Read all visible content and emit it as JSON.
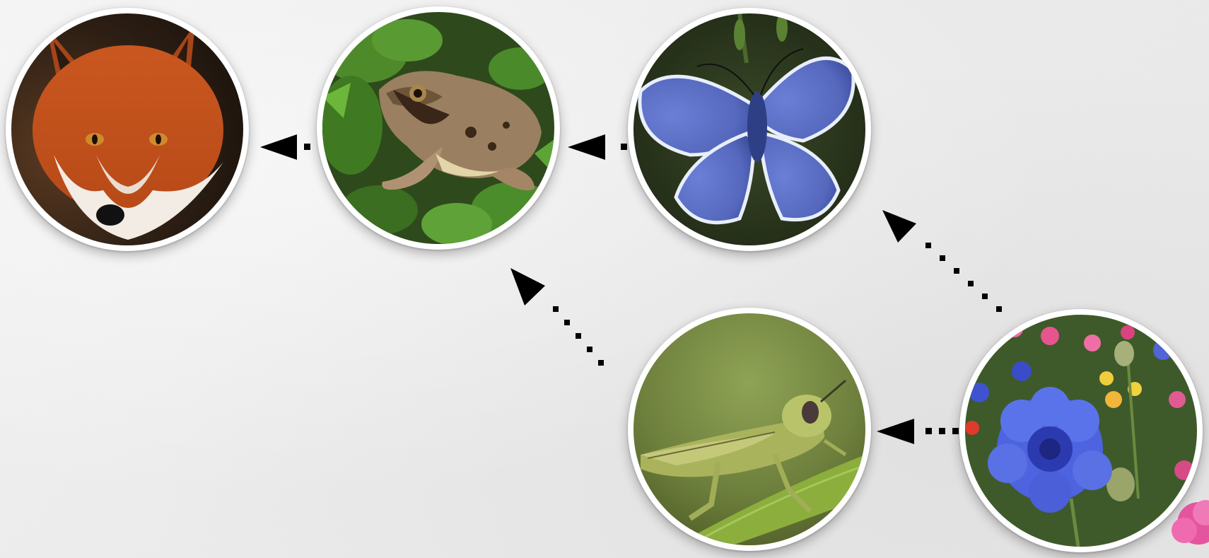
{
  "diagram": {
    "type": "food-chain",
    "nodes": [
      {
        "id": "fox",
        "icon": "fox-photo"
      },
      {
        "id": "frog",
        "icon": "frog-photo"
      },
      {
        "id": "butterfly",
        "icon": "butterfly-photo"
      },
      {
        "id": "grasshopper",
        "icon": "grasshopper-photo"
      },
      {
        "id": "flowers",
        "icon": "wildflowers-photo"
      }
    ],
    "edges": [
      {
        "from": "frog",
        "to": "fox",
        "style": "dotted-arrow"
      },
      {
        "from": "butterfly",
        "to": "frog",
        "style": "dotted-arrow"
      },
      {
        "from": "flowers",
        "to": "butterfly",
        "style": "dotted-arrow"
      },
      {
        "from": "grasshopper",
        "to": "frog",
        "style": "dotted-arrow"
      },
      {
        "from": "flowers",
        "to": "grasshopper",
        "style": "dotted-arrow"
      }
    ],
    "colors": {
      "background": "#eeeeee",
      "ring": "#ffffff",
      "arrow": "#000000"
    }
  }
}
